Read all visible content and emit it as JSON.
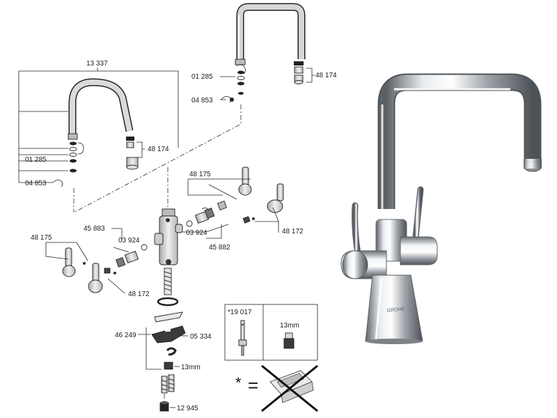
{
  "diagram": {
    "labels": {
      "p13337": "13 337",
      "p01285_a": "01 285",
      "p04853_a": "04 853",
      "p48174_a": "48 174",
      "p01285_b": "01 285",
      "p04853_b": "04 853",
      "p48174_b": "48 174",
      "p48175_a": "48 175",
      "p48172_a": "48 172",
      "p03924_a": "03 924",
      "p45882": "45 882",
      "p45883": "45 883",
      "p03924_b": "03 924",
      "p48175_b": "48 175",
      "p48172_b": "48 172",
      "p46249": "46 249",
      "p05334": "05 334",
      "wrench13": "13mm",
      "p12945": "12 945"
    },
    "tool_box": {
      "part": "*19 017",
      "size": "13mm"
    },
    "note": {
      "asterisk": "*",
      "equals": "="
    }
  },
  "colors": {
    "line": "#222222",
    "part_grey": "#cfcfcf",
    "part_dark": "#3a3a3a",
    "chrome_dark": "#6e7378",
    "chrome_light": "#f4f6f8",
    "cross": "#111111"
  },
  "icons": {
    "faucet": "faucet-photo",
    "tool": "tool-icon",
    "cartridge": "cartridge-icon",
    "no_sealant": "crossed-out-sealant-icon"
  }
}
